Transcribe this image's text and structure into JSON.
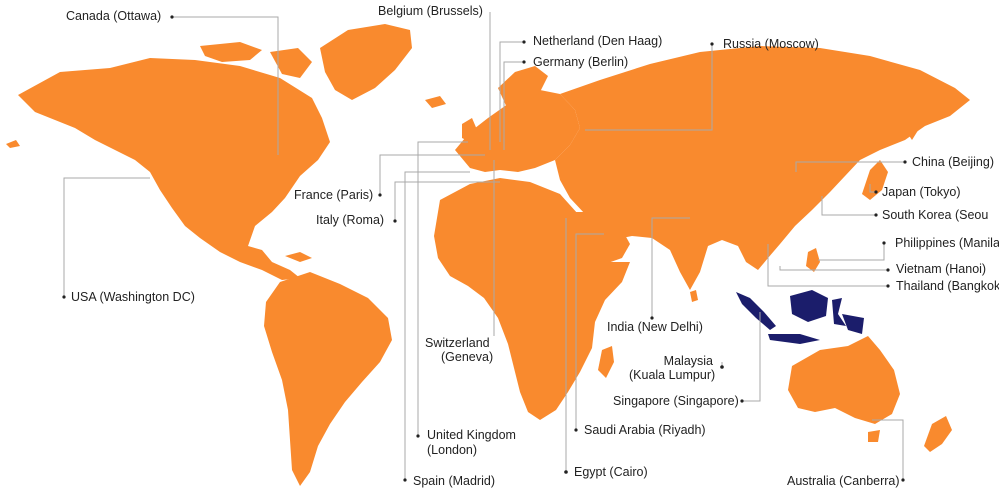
{
  "colors": {
    "land": "#f98a2e",
    "highlight": "#1b1d6b",
    "leader": "#a9a9a9",
    "text": "#222222"
  },
  "labels": {
    "canada": "Canada (Ottawa)",
    "belgium": "Belgium (Brussels)",
    "netherland": "Netherland (Den Haag)",
    "germany": "Germany (Berlin)",
    "russia": "Russia (Moscow)",
    "france": "France (Paris)",
    "italy": "Italy (Roma)",
    "usa": "USA (Washington DC)",
    "china": "China (Beijing)",
    "japan": "Japan (Tokyo)",
    "south_korea": "South Korea (Seou",
    "philippines": "Philippines (Manila",
    "vietnam": "Vietnam (Hanoi)",
    "thailand": "Thailand (Bangkok",
    "india": "India (New Delhi)",
    "malaysia_1": "Malaysia",
    "malaysia_2": "(Kuala Lumpur)",
    "switzerland_1": "Switzerland",
    "switzerland_2": "(Geneva)",
    "singapore": "Singapore (Singapore)",
    "uk_1": "United Kingdom",
    "uk_2": "(London)",
    "saudi": "Saudi Arabia (Riyadh)",
    "egypt": "Egypt (Cairo)",
    "spain": "Spain (Madrid)",
    "australia": "Australia (Canberra)"
  }
}
